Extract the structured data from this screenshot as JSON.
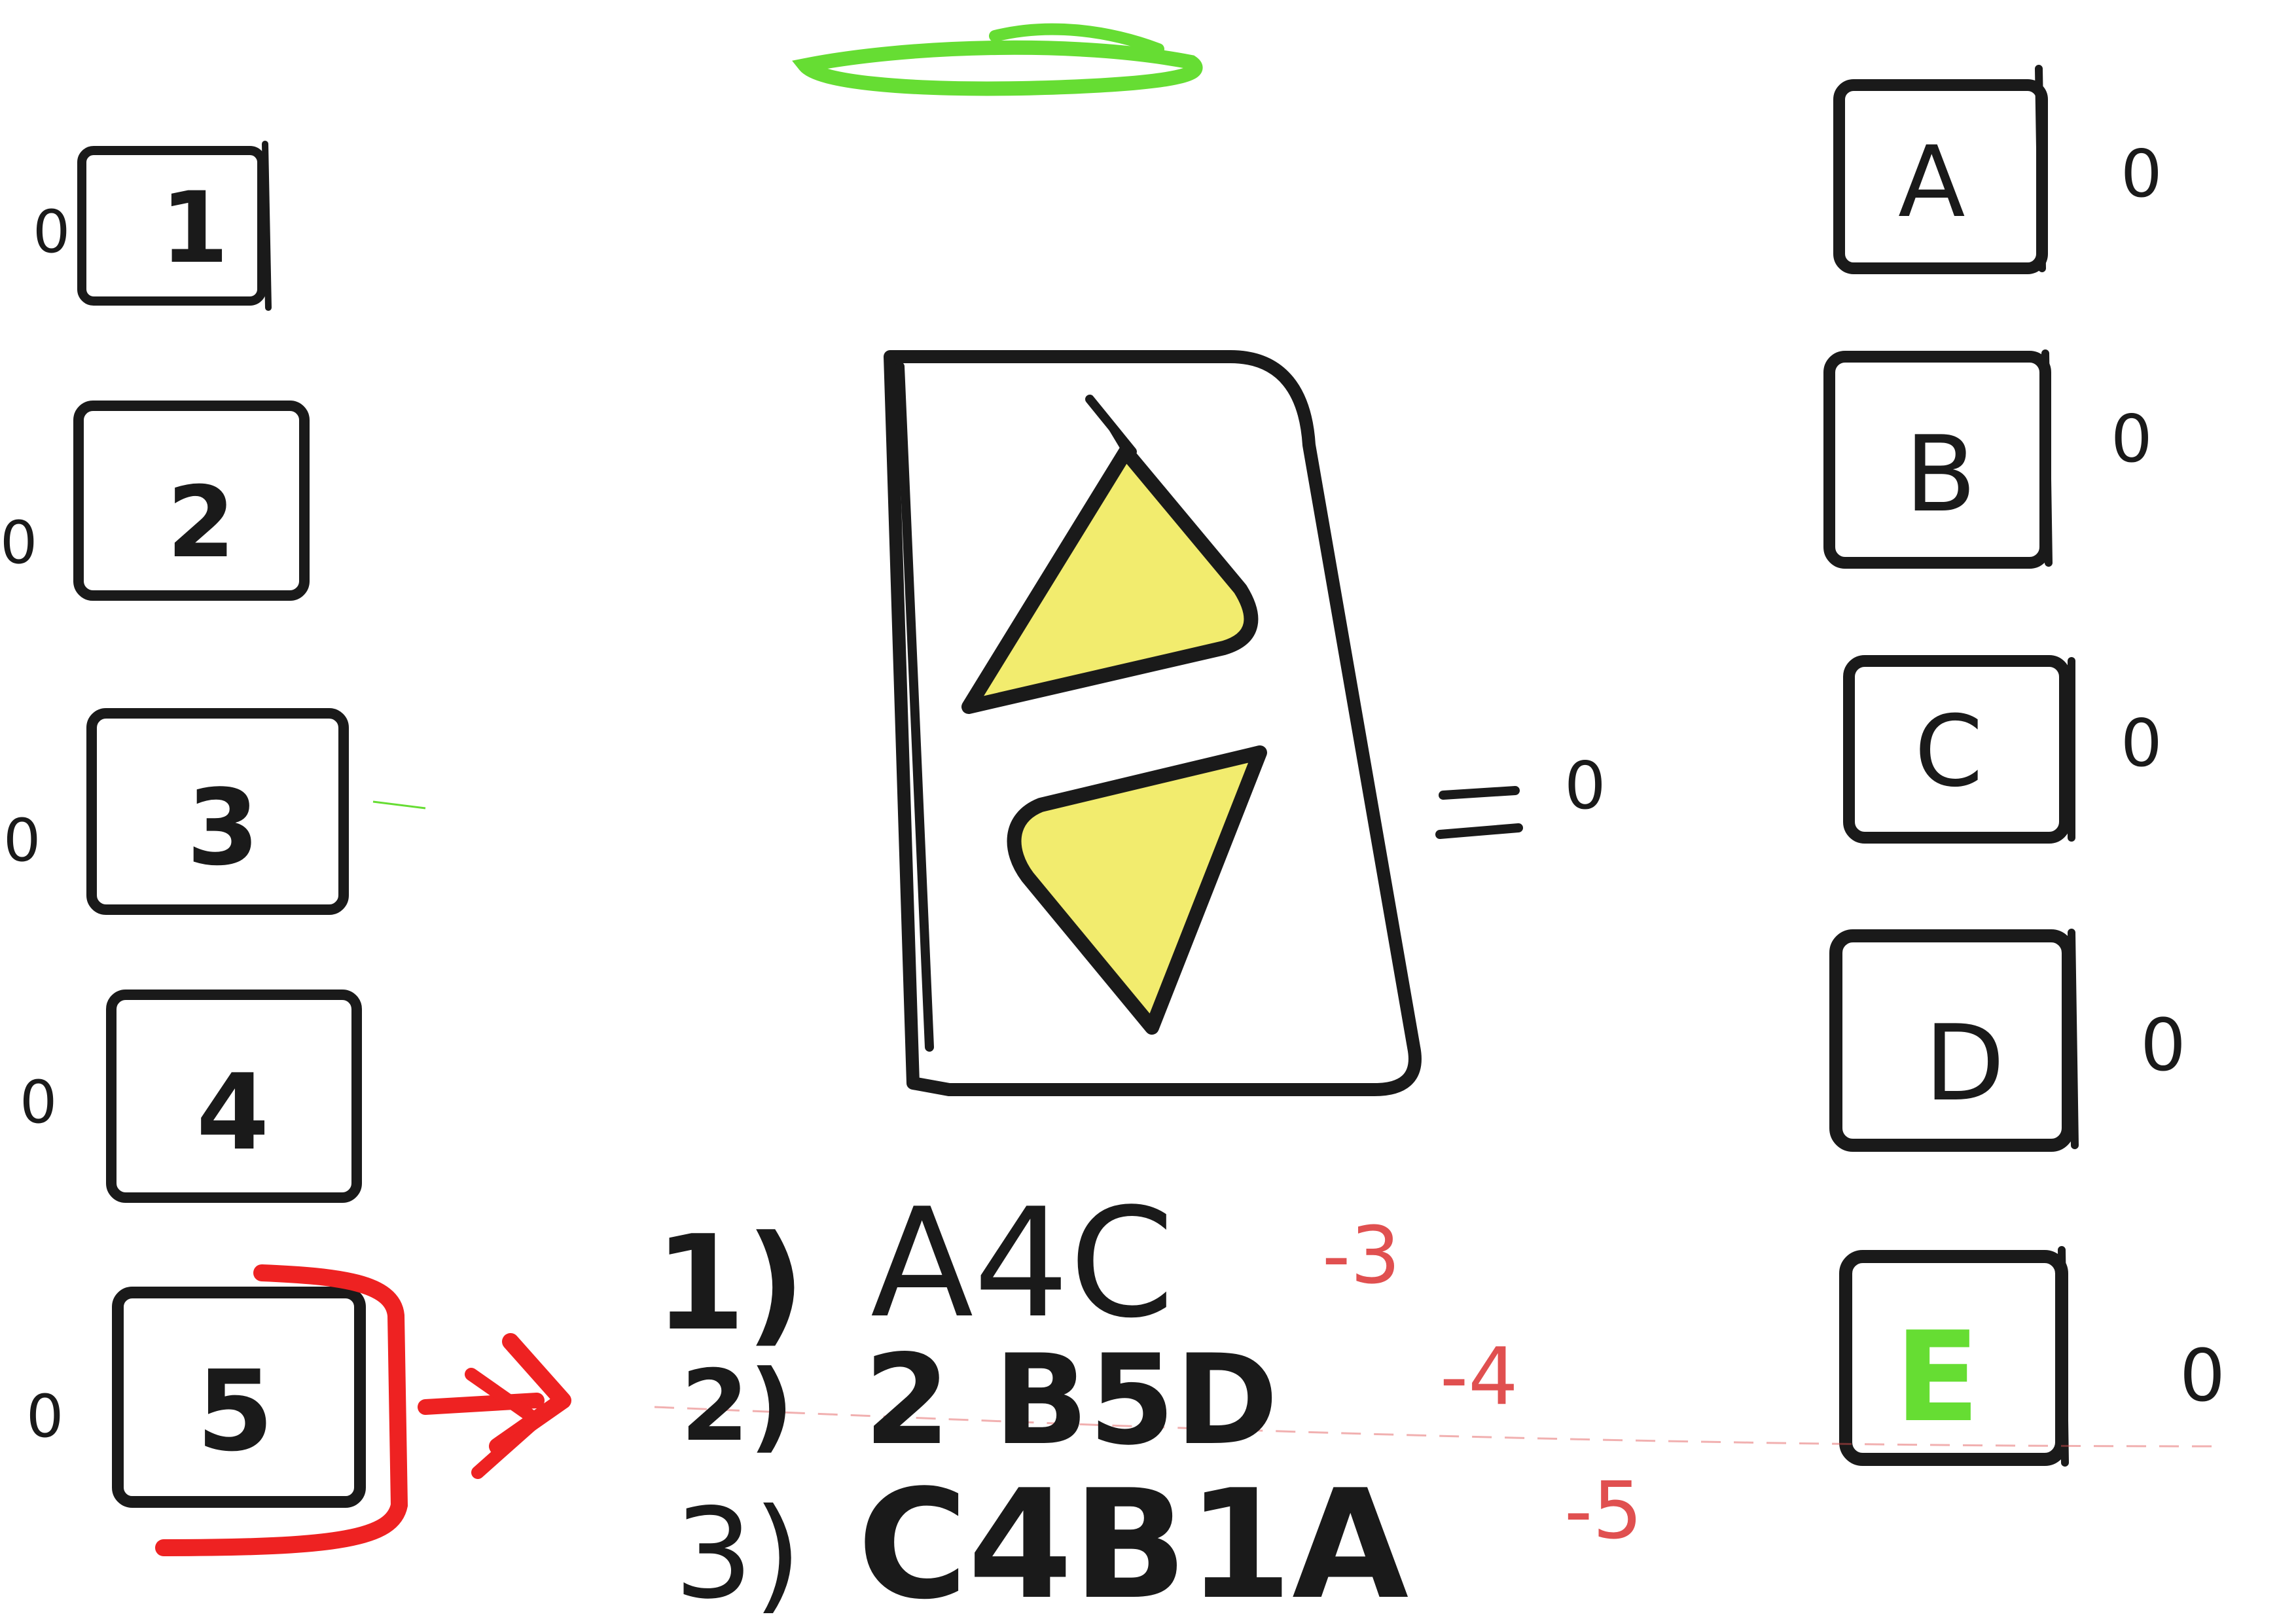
{
  "left_tiles": [
    {
      "label": "1",
      "mark": "0"
    },
    {
      "label": "2",
      "mark": "0"
    },
    {
      "label": "3",
      "mark": "0"
    },
    {
      "label": "4",
      "mark": "0"
    },
    {
      "label": "5",
      "mark": "0"
    }
  ],
  "right_tiles": [
    {
      "label": "A",
      "mark": "0"
    },
    {
      "label": "B",
      "mark": "0"
    },
    {
      "label": "C",
      "mark": "0"
    },
    {
      "label": "D",
      "mark": "0"
    },
    {
      "label": "E",
      "mark": "0"
    }
  ],
  "center_card": {
    "equals_value": "0"
  },
  "answers": [
    {
      "number": "1)",
      "sequence": "A4C",
      "score": "-3"
    },
    {
      "number": "2)",
      "sequence": "2 B5D",
      "score": "-4"
    },
    {
      "number": "3)",
      "sequence": "C4B1A",
      "score": "-5"
    }
  ],
  "colors": {
    "ink": "#1a1a1a",
    "highlight_green": "#66dd33",
    "highlight_red": "#ee2222",
    "triangle_fill": "#f2ec6e",
    "score_red": "#e05050"
  }
}
